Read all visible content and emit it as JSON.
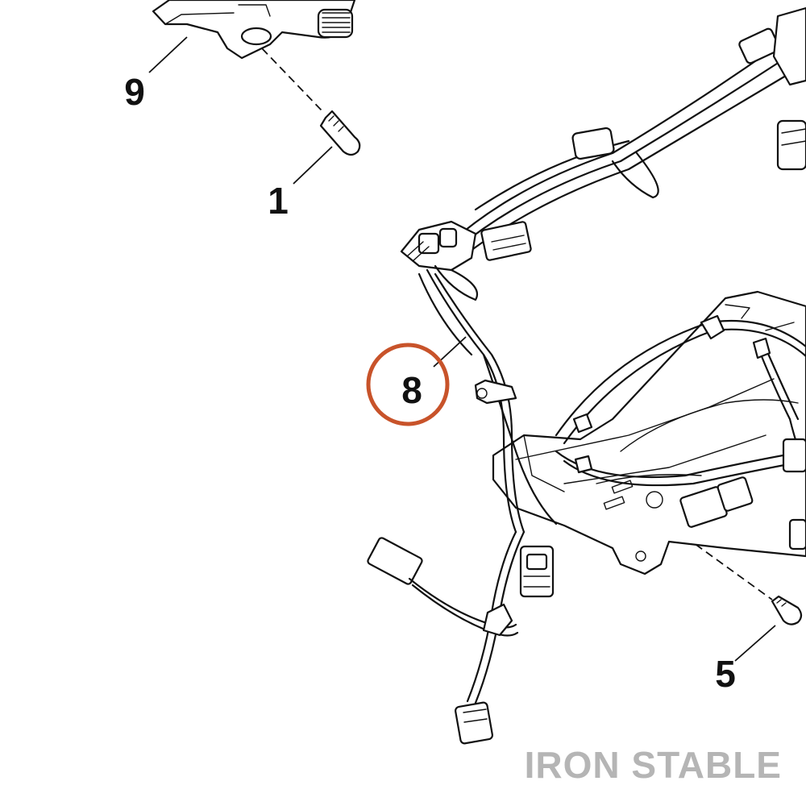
{
  "callouts": [
    {
      "id": "c9",
      "label": "9"
    },
    {
      "id": "c1",
      "label": "1"
    },
    {
      "id": "c8",
      "label": "8",
      "highlighted": true
    },
    {
      "id": "c5",
      "label": "5"
    }
  ],
  "highlight_color": "#c8532a",
  "watermark": "IRON STABLE"
}
